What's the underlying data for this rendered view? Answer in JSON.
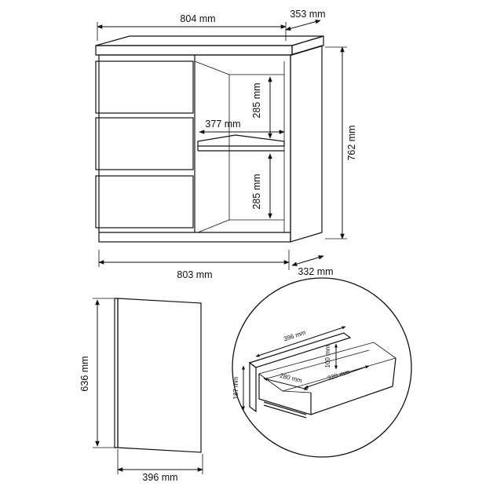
{
  "dimensions": {
    "cabinet_width_top": "804 mm",
    "cabinet_depth_top": "353 mm",
    "cabinet_height": "762 mm",
    "cabinet_width_bottom": "803 mm",
    "cabinet_depth_bottom": "332 mm",
    "shelf_height_upper": "285 mm",
    "shelf_height_lower": "285 mm",
    "shelf_width": "377 mm",
    "door_height": "636 mm",
    "door_width": "396 mm",
    "drawer_width": "396 mm",
    "drawer_front_height": "187 mm",
    "drawer_inner_height": "100 mm",
    "drawer_inner_width": "280 mm",
    "drawer_inner_depth": "320 mm"
  },
  "colors": {
    "line": "#111111",
    "background": "#ffffff"
  }
}
